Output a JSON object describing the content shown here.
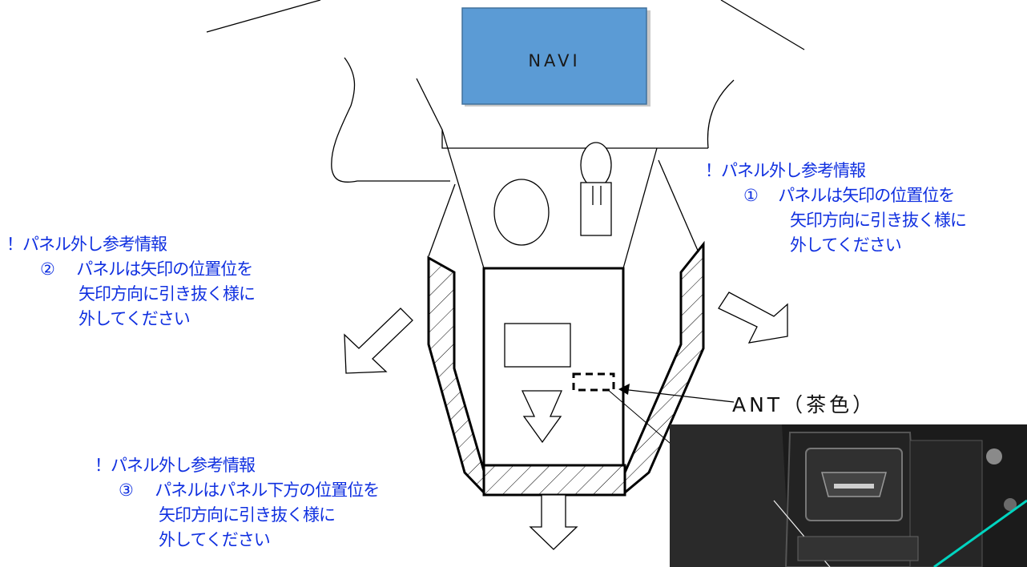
{
  "navi": {
    "label": "NAVI"
  },
  "notes": [
    {
      "title": "！パネル外し参考情報",
      "number": "①",
      "lines": [
        "パネルは矢印の位置位を",
        "矢印方向に引き抜く様に",
        "外してください"
      ]
    },
    {
      "title": "！パネル外し参考情報",
      "number": "②",
      "lines": [
        "パネルは矢印の位置位を",
        "矢印方向に引き抜く様に",
        "外してください"
      ]
    },
    {
      "title": "！パネル外し参考情報",
      "number": "③",
      "lines": [
        "パネルはパネル下方の位置位を",
        "矢印方向に引き抜く様に",
        "外してください"
      ]
    }
  ],
  "antenna": {
    "label": "ANT（茶色）"
  },
  "colors": {
    "note_text": "#1030e0",
    "navi_fill": "#5b9bd5",
    "navi_shadow": "#c8c8c8",
    "line": "#000000"
  }
}
